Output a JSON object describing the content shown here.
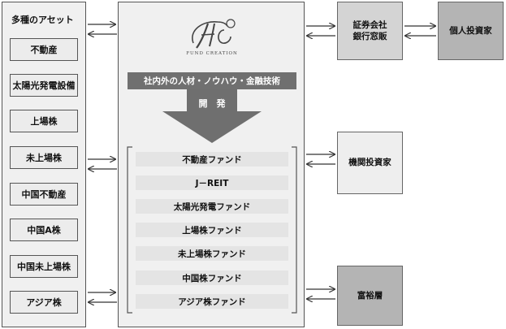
{
  "assets_panel": {
    "title": "多種のアセット",
    "items": [
      "不動産",
      "太陽光発電設備",
      "上場株",
      "未上場株",
      "中国不動産",
      "中国A株",
      "中国未上場株",
      "アジア株"
    ]
  },
  "center": {
    "logo_text": "FUND CREATION",
    "resource_banner": "社内外の人材・ノウハウ・金融技術",
    "develop_label": "開　発",
    "funds": [
      "不動産ファンド",
      "J－REIT",
      "太陽光発電ファンド",
      "上場株ファンド",
      "未上場株ファンド",
      "中国株ファンド",
      "アジア株ファンド"
    ]
  },
  "channels": {
    "securities": "証券会社\n銀行窓販",
    "individual": "個人投資家",
    "institutional": "機関投資家",
    "wealthy": "富裕層"
  },
  "colors": {
    "panel_bg": "#f0f0f0",
    "banner": "#707070",
    "big_arrow": "#6f6f6f",
    "fund_row": "#e4e4e4",
    "light_box": "#eeeeee",
    "mid_box": "#d4d4d4",
    "dark_box": "#b4b4b4"
  }
}
